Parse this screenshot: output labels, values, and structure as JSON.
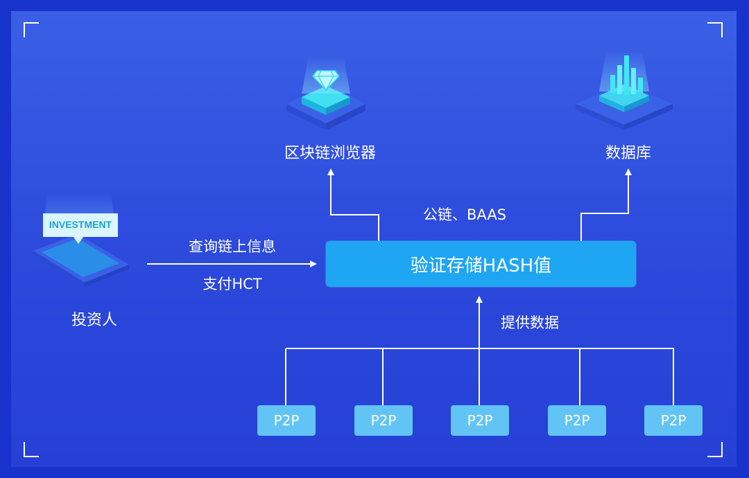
{
  "nodes": {
    "blockchain_browser": "区块链浏览器",
    "database": "数据库",
    "investor": "投资人",
    "investment_tag": "INVESTMENT",
    "main_box": "验证存储HASH值"
  },
  "edge_labels": {
    "public_chain": "公链、BAAS",
    "query_chain": "查询链上信息",
    "pay_hct": "支付HCT",
    "provide_data": "提供数据"
  },
  "p2p_nodes": [
    "P2P",
    "P2P",
    "P2P",
    "P2P",
    "P2P"
  ],
  "colors": {
    "background": "#2c49dc",
    "main_box": "#1ea6f2",
    "p2p_box": "#62c4f5",
    "text": "#ffffff"
  },
  "icons": {
    "browser": "diamond-cube-icon",
    "database": "bar-chart-cube-icon",
    "investor": "phone-investment-icon"
  }
}
